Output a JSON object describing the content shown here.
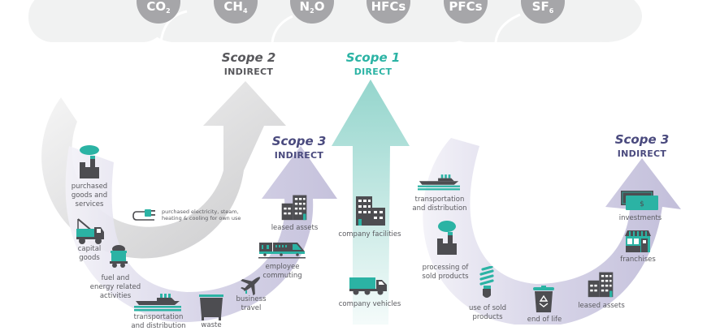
{
  "colors": {
    "scope1": "#2bb3a4",
    "scope1_arrow": "#9fd9d2",
    "scope2": "#58585c",
    "scope2_arrow": "#c8c8ca",
    "scope3": "#4a4a7e",
    "scope3_arrow": "#c6c3dc",
    "icon_dark": "#4d4d51",
    "icon_accent": "#2bb3a4",
    "gas_bubble": "#a6a6a9",
    "cloud": "#f1f2f2"
  },
  "gases": [
    {
      "base": "CO",
      "sub": "2",
      "tail": ""
    },
    {
      "base": "CH",
      "sub": "4",
      "tail": ""
    },
    {
      "base": "N",
      "sub": "2",
      "tail": "O"
    },
    {
      "base": "HFCs",
      "sub": "",
      "tail": ""
    },
    {
      "base": "PFCs",
      "sub": "",
      "tail": ""
    },
    {
      "base": "SF",
      "sub": "6",
      "tail": ""
    }
  ],
  "scopes": {
    "scope2": {
      "title": "Scope 2",
      "subtitle": "INDIRECT"
    },
    "scope1": {
      "title": "Scope 1",
      "subtitle": "DIRECT"
    },
    "scope3_upstream": {
      "title": "Scope 3",
      "subtitle": "INDIRECT"
    },
    "scope3_downstream": {
      "title": "Scope 3",
      "subtitle": "INDIRECT"
    }
  },
  "scope2_items": [
    {
      "label": "purchased electricity, steam, heating & cooling for own use",
      "icon": "plug-icon"
    }
  ],
  "scope1_items": [
    {
      "label": "company facilities",
      "icon": "building-icon"
    },
    {
      "label": "company vehicles",
      "icon": "truck-icon"
    }
  ],
  "scope3_upstream_items": [
    {
      "label": "purchased goods and services",
      "icon": "factory-icon"
    },
    {
      "label": "capital goods",
      "icon": "crane-truck-icon"
    },
    {
      "label": "fuel and energy related activities",
      "icon": "coal-cart-icon"
    },
    {
      "label": "transportation and distribution",
      "icon": "ship-icon"
    },
    {
      "label": "waste",
      "icon": "dumpster-icon"
    },
    {
      "label": "business travel",
      "icon": "airplane-icon"
    },
    {
      "label": "employee commuting",
      "icon": "train-icon"
    },
    {
      "label": "leased assets",
      "icon": "building-icon"
    }
  ],
  "scope3_downstream_items": [
    {
      "label": "transportation and distribution",
      "icon": "ship-icon"
    },
    {
      "label": "processing of sold products",
      "icon": "factory-icon"
    },
    {
      "label": "use of sold products",
      "icon": "lightbulb-icon"
    },
    {
      "label": "end of life",
      "icon": "recycle-bin-icon"
    },
    {
      "label": "leased assets",
      "icon": "building-icon"
    },
    {
      "label": "franchises",
      "icon": "storefront-icon"
    },
    {
      "label": "investments",
      "icon": "money-icon"
    }
  ]
}
